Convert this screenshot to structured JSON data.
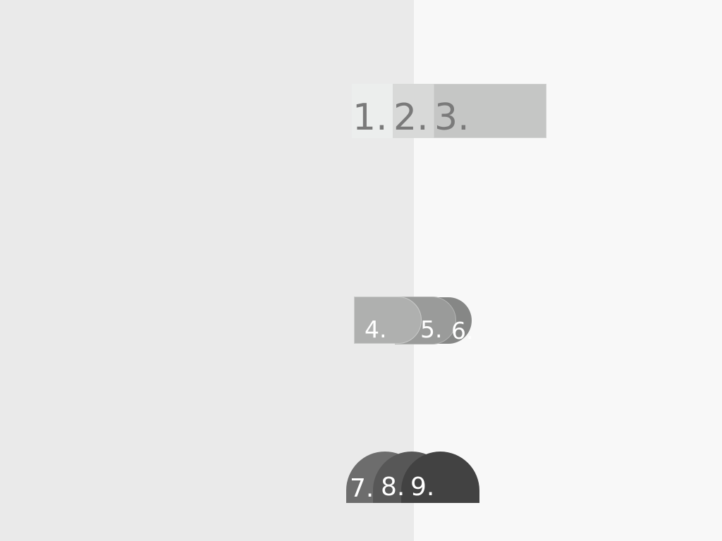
{
  "colors": {
    "background_left": "#eaeaea",
    "background_right": "#f8f8f8",
    "box_1": "#eceeed",
    "box_2": "#d8d9d8",
    "box_3": "#c5c6c5",
    "box_label": "#7a7a7a",
    "d_shape_4": "#afb0af",
    "d_shape_5": "#9a9b9a",
    "d_shape_6": "#868786",
    "half_circle_7": "#6d6d6d",
    "half_circle_8": "#575757",
    "half_circle_9": "#424242",
    "shape_label": "#ffffff"
  },
  "rows": {
    "boxes": [
      {
        "label": "1."
      },
      {
        "label": "2."
      },
      {
        "label": "3."
      }
    ],
    "d_shapes": [
      {
        "label": "4."
      },
      {
        "label": "5."
      },
      {
        "label": "6."
      }
    ],
    "half_circles": [
      {
        "label": "7."
      },
      {
        "label": "8."
      },
      {
        "label": "9."
      }
    ]
  }
}
